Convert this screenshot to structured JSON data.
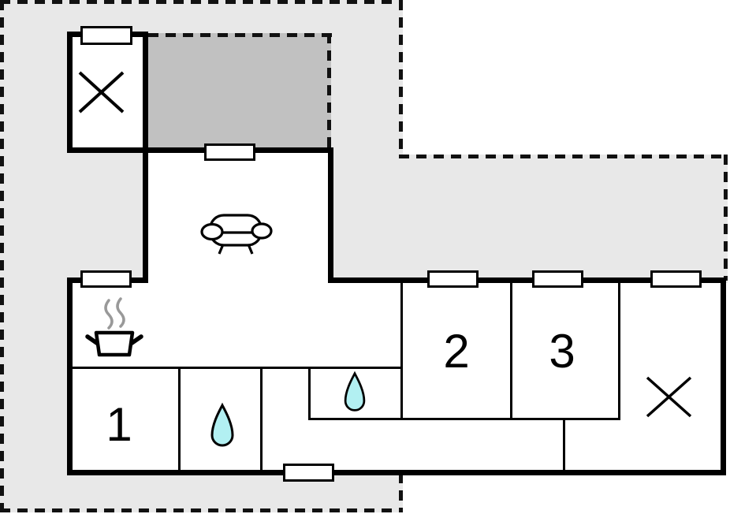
{
  "floorplan": {
    "rooms": [
      {
        "id": "bedroom-1",
        "label": "1"
      },
      {
        "id": "bedroom-2",
        "label": "2"
      },
      {
        "id": "bedroom-3",
        "label": "3"
      }
    ],
    "icons": {
      "living_room": "sofa-icon",
      "kitchen": "cooking-pot-icon",
      "bathrooms": "water-drop-icon",
      "crossed_rooms": "x-mark-icon"
    },
    "colors": {
      "outdoor_area": "#e8e8e8",
      "covered_terrace": "#c1c1c1",
      "walls": "#000000",
      "interior": "#ffffff",
      "water": "#b2f0f2",
      "steam": "#999999",
      "boundary_dash": "#111111"
    }
  }
}
